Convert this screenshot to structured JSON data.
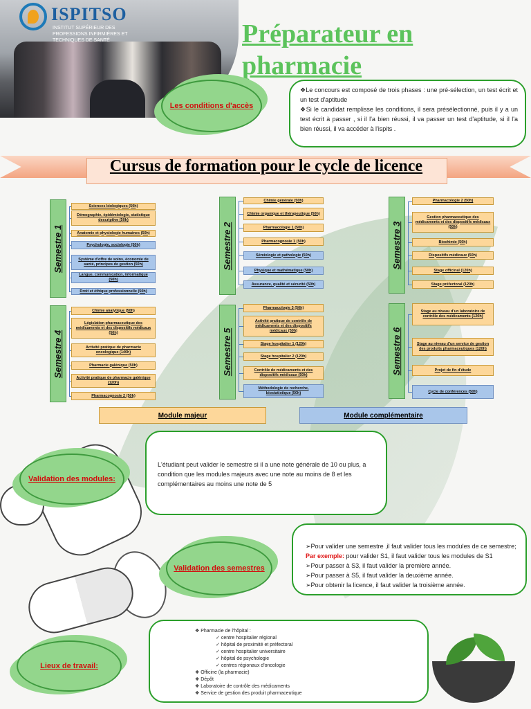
{
  "header": {
    "logo_name": "ISPITSO",
    "logo_sub": "INSTITUT SUPÉRIEUR DES PROFESSIONS INFIRMIÈRES ET TECHNIQUES DE SANTÉ",
    "title": "Préparateur en pharmacie"
  },
  "acces": {
    "label": "Les conditions d'accès",
    "lines": [
      "Le concours est composé de trois phases : une pré-sélection, un test écrit et un test d'aptitude",
      "Si le candidat remplisse les conditions, il sera présélectionné, puis il y a un test écrit à passer , si il l'a bien réussi, il va passer un test d'aptitude, si il l'a bien réussi, il va accéder à l'ispits ."
    ]
  },
  "cursus": {
    "title": "Cursus de formation pour le cycle de licence"
  },
  "semesters": [
    {
      "label": "Semestre 1",
      "modules": [
        {
          "t": "Sciences biologiques (50h)",
          "k": "maj"
        },
        {
          "t": "Démographie, épidémiologie, statistique descriptive (50h)",
          "k": "maj"
        },
        {
          "t": "Anatomie et physiologie humaines (50h)",
          "k": "maj"
        },
        {
          "t": "Psychologie, sociologie (50h)",
          "k": "comp"
        },
        {
          "t": "Système d'offre de soins, économie de santé, principes de gestion (50h)",
          "k": "comp"
        },
        {
          "t": "Langue, communication, informatique (50h)",
          "k": "comp"
        },
        {
          "t": "Droit et éthique professionnelle (50h)",
          "k": "comp"
        }
      ]
    },
    {
      "label": "Semestre 2",
      "modules": [
        {
          "t": "Chimie générale (50h)",
          "k": "maj"
        },
        {
          "t": "Chimie organique et thérapeutique (50h)",
          "k": "maj"
        },
        {
          "t": "Pharmacologie 1 (50h)",
          "k": "maj"
        },
        {
          "t": "Pharmacognosie 1 (50h)",
          "k": "maj"
        },
        {
          "t": "Sémiologie et pathologie (50h)",
          "k": "comp"
        },
        {
          "t": "Physique et mathématique (50h)",
          "k": "comp"
        },
        {
          "t": "Assurance, qualité et sécurité (50h)",
          "k": "comp"
        }
      ]
    },
    {
      "label": "Semestre 3",
      "modules": [
        {
          "t": "Pharmacologie 2 (50h)",
          "k": "maj"
        },
        {
          "t": "Gestion pharmaceutique des médicaments et des dispositifs médicaux (50h)",
          "k": "maj"
        },
        {
          "t": "Biochimie (50h)",
          "k": "maj"
        },
        {
          "t": "Dispositifs médicaux (50h)",
          "k": "maj"
        },
        {
          "t": "Stage officinal (120h)",
          "k": "maj"
        },
        {
          "t": "Stage préfectoral (120h)",
          "k": "maj"
        }
      ]
    },
    {
      "label": "Semestre 4",
      "modules": [
        {
          "t": "Chimie analytique (50h)",
          "k": "maj"
        },
        {
          "t": "Législation pharmaceutique des médicaments et des dispositifs médicaux (50h)",
          "k": "maj"
        },
        {
          "t": "Activité pratique de pharmacie oncologique (140h)",
          "k": "maj"
        },
        {
          "t": "Pharmacie galénique (50h)",
          "k": "maj"
        },
        {
          "t": "Activité pratique de pharmacie galénique (120h)",
          "k": "maj"
        },
        {
          "t": "Pharmacognosie 2 (50h)",
          "k": "maj"
        }
      ]
    },
    {
      "label": "Semestre 5",
      "modules": [
        {
          "t": "Pharmacologie 3 (50h)",
          "k": "maj"
        },
        {
          "t": "Activité pratique de contrôle de médicaments et des dispositifs médicaux (50h)",
          "k": "maj"
        },
        {
          "t": "Stage hospitalier 1 (120h)",
          "k": "maj"
        },
        {
          "t": "Stage hospitalier 2 (120h)",
          "k": "maj"
        },
        {
          "t": "Contrôle de médicaments et des dispositifs médicaux (50h)",
          "k": "maj"
        },
        {
          "t": "Méthodologie de recherche, biostatistique (50h)",
          "k": "comp"
        }
      ]
    },
    {
      "label": "Semestre 6",
      "modules": [
        {
          "t": "Stage au niveau d'un laboratoire de contrôle des médicaments (120h)",
          "k": "maj"
        },
        {
          "t": "Stage au niveau d'un service de gestion des produits pharmaceutiques (120h)",
          "k": "maj"
        },
        {
          "t": "Projet de fin d'étude",
          "k": "maj"
        },
        {
          "t": "Cycle de conférences (50h)",
          "k": "comp"
        }
      ]
    }
  ],
  "legend": {
    "major": "Module majeur",
    "complementary": "Module complémentaire"
  },
  "validation_modules": {
    "label": "Validation des modules:",
    "text": "L'étudiant peut valider le semestre si il a une note générale de 10 ou plus, a condition que les modules majeurs avec une note au moins de 8 et les complémentaires au moins une note de 5"
  },
  "validation_semestres": {
    "label": "Validation des semestres",
    "line1": "Pour valider une semestre ,il faut valider tous les modules de ce semestre;",
    "example_prefix": "Par exemple:",
    "example_rest": " pour valider S1, il faut valider tous les modules de S1",
    "line3": "Pour passer à S3, il faut valider la première année.",
    "line4": "Pour passer à S5, il faut valider la deuxième année.",
    "line5": "Pour obtenir la licence, il faut valider la troisième année."
  },
  "lieux": {
    "label": "Lieux de travail:",
    "hopital": "Pharmacie de l'hôpital :",
    "sub": [
      "centre hospitalier régional",
      "hôpital de proximité et préfectoral",
      "centre hospitalier universitaire",
      "hôpital de psychologie",
      "centres régionaux d'oncologie"
    ],
    "others": [
      "Officine (la pharmacie)",
      "Dépôt",
      "Laboratoire de contrôle des médicaments",
      "Service de gestion des produit pharmaceutique"
    ]
  }
}
